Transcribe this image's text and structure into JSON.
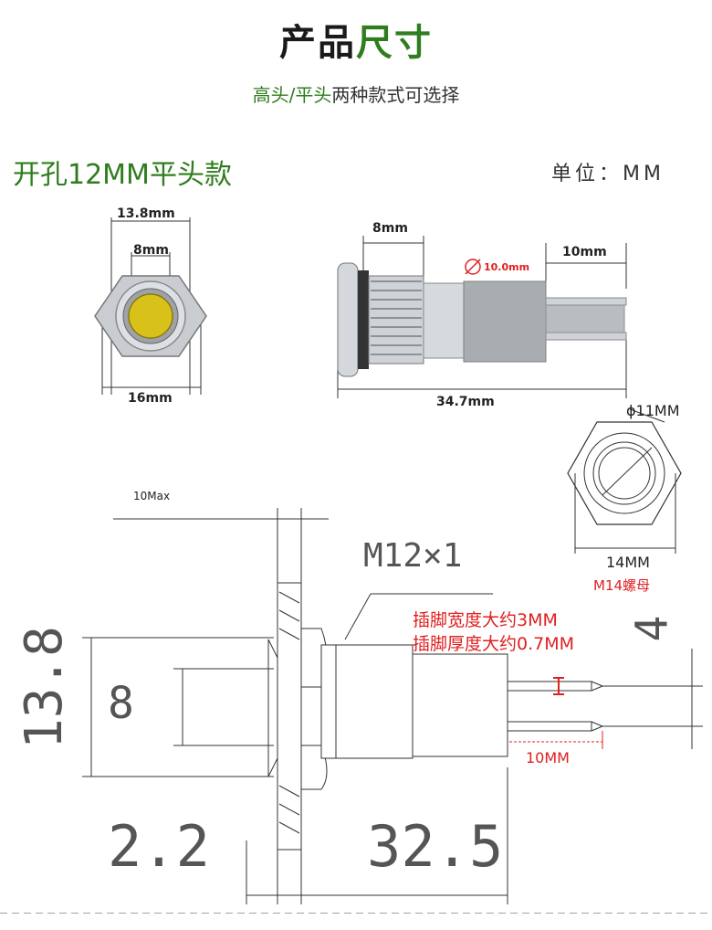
{
  "header": {
    "title_dark": "产品",
    "title_green": "尺寸",
    "subtitle_green": "高头/平头",
    "subtitle_dark": "两种款式可选择"
  },
  "section_title": "开孔12MM平头款",
  "unit_label": "单位：MM",
  "front_view": {
    "outer_width": "13.8mm",
    "lens_width": "8mm",
    "nut_width": "16mm"
  },
  "side_view": {
    "thread_length": "8mm",
    "diameter": "10.0mm",
    "pin_length": "10mm",
    "total_length": "34.7mm"
  },
  "nut_view": {
    "inner_diameter": "ϕ11MM",
    "across_flats": "14MM",
    "nut_label": "M14螺母"
  },
  "drawing": {
    "head_max": "10Max",
    "thread": "M12×1",
    "pin_width_note": "插脚宽度大约3MM",
    "pin_thickness_note": "插脚厚度大约0.7MM",
    "pin_length": "10MM",
    "head_diameter": "13.8",
    "lens_diameter": "8",
    "head_thickness": "2.2",
    "body_length": "32.5",
    "pin_gap": "4"
  },
  "colors": {
    "accent_green": "#2f7d1e",
    "note_red": "#e02020",
    "lens_yellow": "#d8c21a"
  }
}
